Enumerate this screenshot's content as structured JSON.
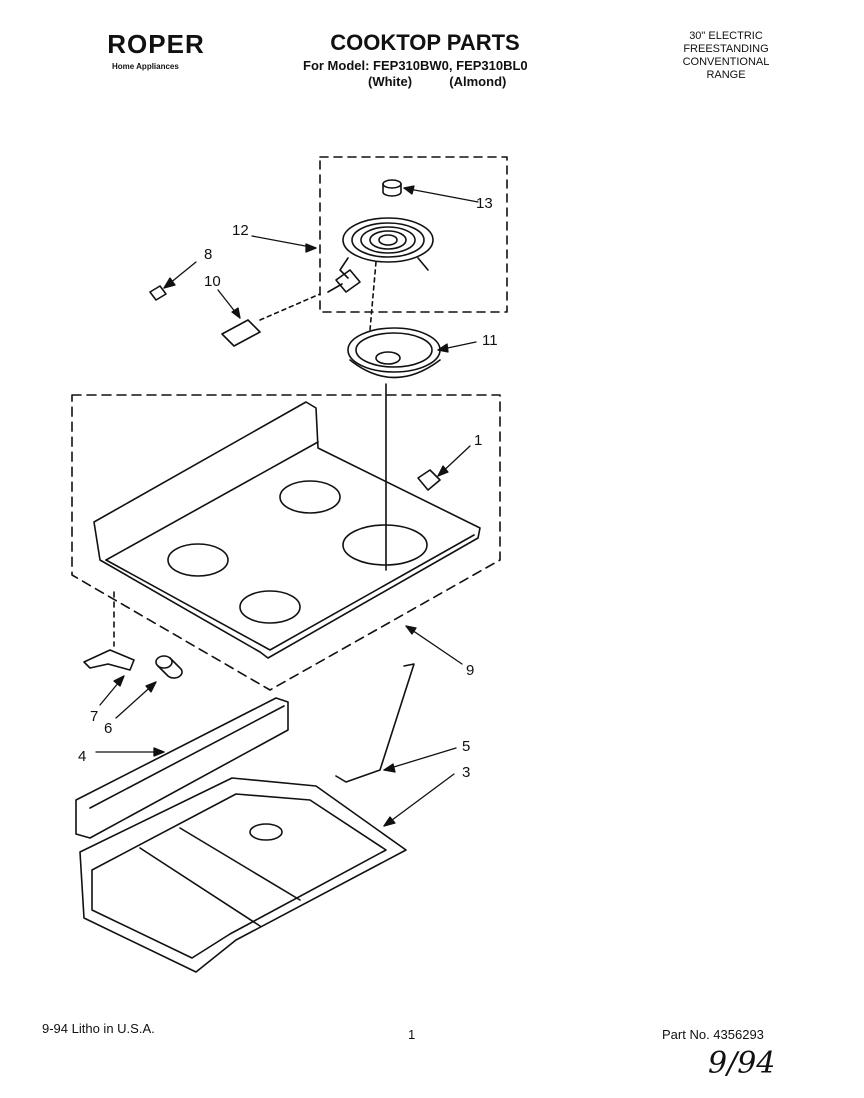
{
  "header": {
    "brand": "ROPER",
    "brand_sub": "Home Appliances",
    "title": "COOKTOP PARTS",
    "model_line": "For Model: FEP310BW0, FEP310BL0",
    "color_white": "(White)",
    "color_almond": "(Almond)",
    "appliance_type": [
      "30\" ELECTRIC",
      "FREESTANDING",
      "CONVENTIONAL",
      "RANGE"
    ]
  },
  "callouts": [
    "1",
    "3",
    "4",
    "5",
    "6",
    "7",
    "8",
    "9",
    "10",
    "11",
    "12",
    "13"
  ],
  "footer": {
    "litho": "9-94  Litho in U.S.A.",
    "page": "1",
    "part_no": "Part No. 4356293",
    "handwritten_date": "9/94"
  }
}
